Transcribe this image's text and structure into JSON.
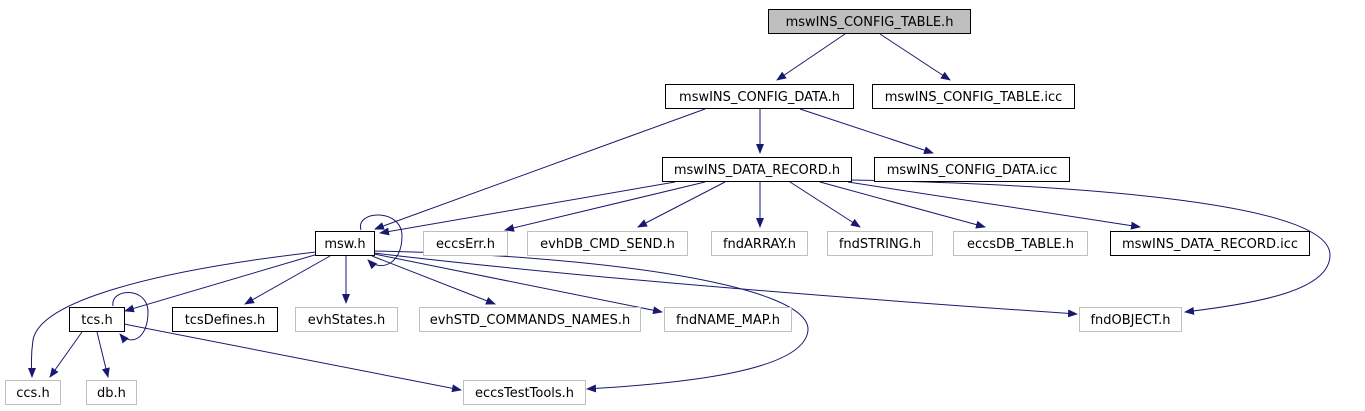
{
  "graph": {
    "nodes": [
      {
        "id": "n_cfg_table_h",
        "label": "mswINS_CONFIG_TABLE.h",
        "style": "root"
      },
      {
        "id": "n_cfg_data_h",
        "label": "mswINS_CONFIG_DATA.h",
        "style": "documented"
      },
      {
        "id": "n_cfg_table_icc",
        "label": "mswINS_CONFIG_TABLE.icc",
        "style": "documented"
      },
      {
        "id": "n_data_record_h",
        "label": "mswINS_DATA_RECORD.h",
        "style": "documented"
      },
      {
        "id": "n_cfg_data_icc",
        "label": "mswINS_CONFIG_DATA.icc",
        "style": "documented"
      },
      {
        "id": "n_msw_h",
        "label": "msw.h",
        "style": "documented"
      },
      {
        "id": "n_eccserr_h",
        "label": "eccsErr.h",
        "style": "external"
      },
      {
        "id": "n_evhdb_h",
        "label": "evhDB_CMD_SEND.h",
        "style": "external"
      },
      {
        "id": "n_fndarray_h",
        "label": "fndARRAY.h",
        "style": "external"
      },
      {
        "id": "n_fndstring_h",
        "label": "fndSTRING.h",
        "style": "external"
      },
      {
        "id": "n_eccsdb_h",
        "label": "eccsDB_TABLE.h",
        "style": "external"
      },
      {
        "id": "n_data_rec_icc",
        "label": "mswINS_DATA_RECORD.icc",
        "style": "documented"
      },
      {
        "id": "n_tcs_h",
        "label": "tcs.h",
        "style": "documented"
      },
      {
        "id": "n_tcsdefines_h",
        "label": "tcsDefines.h",
        "style": "documented"
      },
      {
        "id": "n_evhstates_h",
        "label": "evhStates.h",
        "style": "external"
      },
      {
        "id": "n_evhstd_h",
        "label": "evhSTD_COMMANDS_NAMES.h",
        "style": "external"
      },
      {
        "id": "n_fndname_h",
        "label": "fndNAME_MAP.h",
        "style": "external"
      },
      {
        "id": "n_fndobject_h",
        "label": "fndOBJECT.h",
        "style": "external"
      },
      {
        "id": "n_ccs_h",
        "label": "ccs.h",
        "style": "external"
      },
      {
        "id": "n_db_h",
        "label": "db.h",
        "style": "external"
      },
      {
        "id": "n_eccstest_h",
        "label": "eccsTestTools.h",
        "style": "external"
      }
    ],
    "edges": [
      {
        "from": "n_cfg_table_h",
        "to": "n_cfg_data_h"
      },
      {
        "from": "n_cfg_table_h",
        "to": "n_cfg_table_icc"
      },
      {
        "from": "n_cfg_data_h",
        "to": "n_data_record_h"
      },
      {
        "from": "n_cfg_data_h",
        "to": "n_cfg_data_icc"
      },
      {
        "from": "n_cfg_data_h",
        "to": "n_msw_h"
      },
      {
        "from": "n_data_record_h",
        "to": "n_msw_h"
      },
      {
        "from": "n_data_record_h",
        "to": "n_eccserr_h"
      },
      {
        "from": "n_data_record_h",
        "to": "n_evhdb_h"
      },
      {
        "from": "n_data_record_h",
        "to": "n_fndarray_h"
      },
      {
        "from": "n_data_record_h",
        "to": "n_fndstring_h"
      },
      {
        "from": "n_data_record_h",
        "to": "n_eccsdb_h"
      },
      {
        "from": "n_data_record_h",
        "to": "n_data_rec_icc"
      },
      {
        "from": "n_data_record_h",
        "to": "n_fndobject_h"
      },
      {
        "from": "n_msw_h",
        "to": "n_msw_h"
      },
      {
        "from": "n_msw_h",
        "to": "n_tcs_h"
      },
      {
        "from": "n_msw_h",
        "to": "n_tcsdefines_h"
      },
      {
        "from": "n_msw_h",
        "to": "n_evhstates_h"
      },
      {
        "from": "n_msw_h",
        "to": "n_evhstd_h"
      },
      {
        "from": "n_msw_h",
        "to": "n_fndname_h"
      },
      {
        "from": "n_msw_h",
        "to": "n_fndobject_h"
      },
      {
        "from": "n_msw_h",
        "to": "n_ccs_h"
      },
      {
        "from": "n_msw_h",
        "to": "n_eccstest_h"
      },
      {
        "from": "n_tcs_h",
        "to": "n_tcs_h"
      },
      {
        "from": "n_tcs_h",
        "to": "n_ccs_h"
      },
      {
        "from": "n_tcs_h",
        "to": "n_db_h"
      },
      {
        "from": "n_tcs_h",
        "to": "n_eccstest_h"
      }
    ]
  },
  "colors": {
    "edge": "#191970",
    "root_fill": "#bfbfbf",
    "root_stroke": "#000000",
    "documented_fill": "#ffffff",
    "documented_stroke": "#000000",
    "external_fill": "#ffffff",
    "external_stroke": "#bfbfbf"
  }
}
